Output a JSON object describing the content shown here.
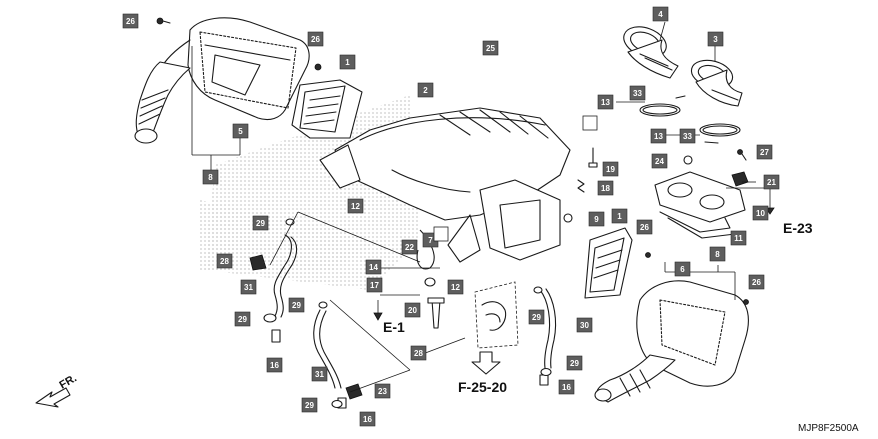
{
  "diagram": {
    "diagram_code": "MJP8F2500A",
    "direction_label": "FR.",
    "references": [
      "E-23",
      "E-1",
      "F-25-20"
    ],
    "callouts": [
      {
        "label": "26"
      },
      {
        "label": "26"
      },
      {
        "label": "1"
      },
      {
        "label": "25"
      },
      {
        "label": "2"
      },
      {
        "label": "5"
      },
      {
        "label": "8"
      },
      {
        "label": "12"
      },
      {
        "label": "29"
      },
      {
        "label": "28"
      },
      {
        "label": "31"
      },
      {
        "label": "14"
      },
      {
        "label": "22"
      },
      {
        "label": "7"
      },
      {
        "label": "12"
      },
      {
        "label": "17"
      },
      {
        "label": "20"
      },
      {
        "label": "28"
      },
      {
        "label": "29"
      },
      {
        "label": "29"
      },
      {
        "label": "16"
      },
      {
        "label": "31"
      },
      {
        "label": "29"
      },
      {
        "label": "23"
      },
      {
        "label": "16"
      },
      {
        "label": "4"
      },
      {
        "label": "3"
      },
      {
        "label": "33"
      },
      {
        "label": "13"
      },
      {
        "label": "13"
      },
      {
        "label": "33"
      },
      {
        "label": "19"
      },
      {
        "label": "18"
      },
      {
        "label": "24"
      },
      {
        "label": "27"
      },
      {
        "label": "21"
      },
      {
        "label": "10"
      },
      {
        "label": "11"
      },
      {
        "label": "9"
      },
      {
        "label": "1"
      },
      {
        "label": "26"
      },
      {
        "label": "8"
      },
      {
        "label": "6"
      },
      {
        "label": "26"
      },
      {
        "label": "29"
      },
      {
        "label": "30"
      },
      {
        "label": "29"
      },
      {
        "label": "16"
      }
    ]
  }
}
